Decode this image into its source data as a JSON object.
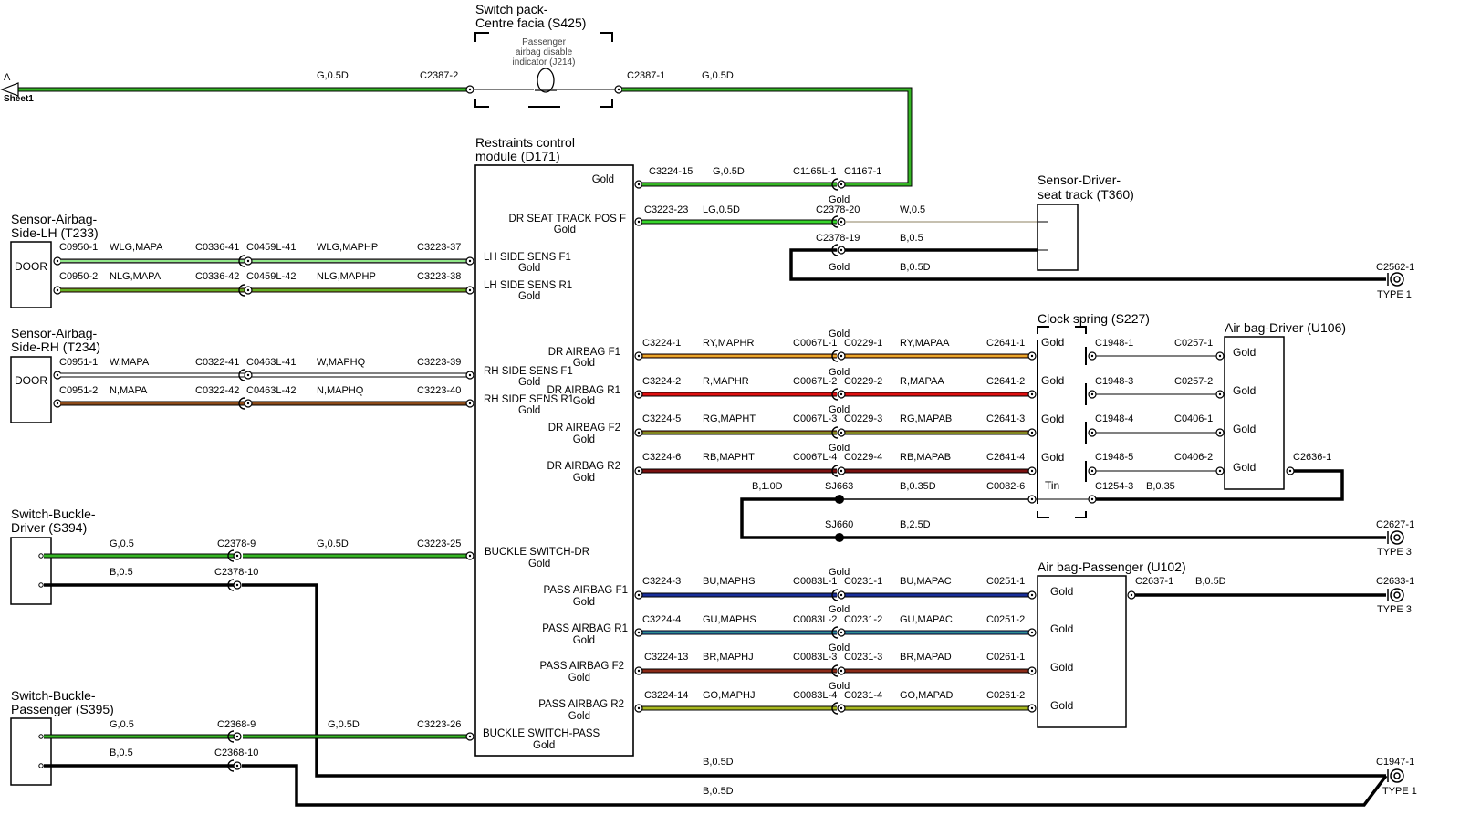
{
  "sheet": {
    "arrow_label": "A",
    "sheet_label": "Sheet1"
  },
  "switch_pack": {
    "title_line1": "Switch pack-",
    "title_line2": "Centre facia (S425)",
    "indicator_line1": "Passenger",
    "indicator_line2": "airbag disable",
    "indicator_line3": "indicator (J214)"
  },
  "rcm": {
    "title_line1": "Restraints control",
    "title_line2": "module (D171)",
    "pins": [
      {
        "label": "",
        "sub": "Gold"
      },
      {
        "label": "DR SEAT TRACK POS F",
        "sub": "Gold"
      },
      {
        "label": "LH SIDE SENS F1",
        "sub": "Gold"
      },
      {
        "label": "LH SIDE SENS R1",
        "sub": "Gold"
      },
      {
        "label": "DR AIRBAG F1",
        "sub": "Gold"
      },
      {
        "label": "RH SIDE SENS F1",
        "sub": "Gold"
      },
      {
        "label": "DR AIRBAG R1",
        "sub": "Gold"
      },
      {
        "label": "RH SIDE SENS R1",
        "sub": "Gold"
      },
      {
        "label": "DR AIRBAG F2",
        "sub": "Gold"
      },
      {
        "label": "DR AIRBAG R2",
        "sub": "Gold"
      },
      {
        "label": "BUCKLE SWITCH-DR",
        "sub": "Gold"
      },
      {
        "label": "PASS AIRBAG F1",
        "sub": "Gold"
      },
      {
        "label": "PASS AIRBAG R1",
        "sub": "Gold"
      },
      {
        "label": "PASS AIRBAG F2",
        "sub": "Gold"
      },
      {
        "label": "PASS AIRBAG R2",
        "sub": "Gold"
      },
      {
        "label": "BUCKLE SWITCH-PASS",
        "sub": "Gold"
      }
    ]
  },
  "components": {
    "sensor_lh": {
      "line1": "Sensor-Airbag-",
      "line2": "Side-LH (T233)",
      "box": "DOOR"
    },
    "sensor_rh": {
      "line1": "Sensor-Airbag-",
      "line2": "Side-RH (T234)",
      "box": "DOOR"
    },
    "buckle_dr": {
      "line1": "Switch-Buckle-",
      "line2": "Driver (S394)"
    },
    "buckle_pass": {
      "line1": "Switch-Buckle-",
      "line2": "Passenger (S395)"
    },
    "seat_track": {
      "line1": "Sensor-Driver-",
      "line2": "seat track (T360)"
    },
    "clock_spring": {
      "title": "Clock spring (S227)",
      "pins": [
        "Gold",
        "Gold",
        "Gold",
        "Gold"
      ],
      "tin": "Tin"
    },
    "airbag_driver": {
      "title": "Air bag-Driver (U106)",
      "pins": [
        "Gold",
        "Gold",
        "Gold",
        "Gold"
      ]
    },
    "airbag_pass": {
      "title": "Air bag-Passenger (U102)",
      "pins": [
        "Gold",
        "Gold",
        "Gold",
        "Gold"
      ]
    }
  },
  "ground_types": {
    "g1": "TYPE 1",
    "g2": "TYPE 3",
    "g3": "TYPE 3",
    "g4": "TYPE 1"
  },
  "colors": {
    "green": "#35b524",
    "light_green": "#37d62c",
    "white_wire": "#ffffff",
    "black": "#000000",
    "orange": "#e07a1a",
    "red": "#e01010",
    "brown": "#8b4a18",
    "dark_red": "#7a1010",
    "blue": "#1a2f9a",
    "blue_light": "#2a7ad0",
    "yellow_green": "#a8b820"
  },
  "labels": [
    {
      "t": "G,0.5D"
    },
    {
      "t": "C2387-2"
    },
    {
      "t": "C2387-1"
    },
    {
      "t": "G,0.5D"
    },
    {
      "t": "C3224-15"
    },
    {
      "t": "G,0.5D"
    },
    {
      "t": "C1165L-1"
    },
    {
      "t": "C1167-1"
    },
    {
      "t": "Gold"
    },
    {
      "t": "C3223-23"
    },
    {
      "t": "LG,0.5D"
    },
    {
      "t": "C2378-20"
    },
    {
      "t": "W,0.5"
    },
    {
      "t": "C2378-19"
    },
    {
      "t": "B,0.5"
    },
    {
      "t": "Gold"
    },
    {
      "t": "B,0.5D"
    },
    {
      "t": "C2562-1"
    },
    {
      "t": "C0950-1"
    },
    {
      "t": "WLG,MAPA"
    },
    {
      "t": "C0336-41"
    },
    {
      "t": "C0459L-41"
    },
    {
      "t": "WLG,MAPHP"
    },
    {
      "t": "C3223-37"
    },
    {
      "t": "C0950-2"
    },
    {
      "t": "NLG,MAPA"
    },
    {
      "t": "C0336-42"
    },
    {
      "t": "C0459L-42"
    },
    {
      "t": "NLG,MAPHP"
    },
    {
      "t": "C3223-38"
    },
    {
      "t": "C0951-1"
    },
    {
      "t": "W,MAPA"
    },
    {
      "t": "C0322-41"
    },
    {
      "t": "C0463L-41"
    },
    {
      "t": "W,MAPHQ"
    },
    {
      "t": "C3223-39"
    },
    {
      "t": "C0951-2"
    },
    {
      "t": "N,MAPA"
    },
    {
      "t": "C0322-42"
    },
    {
      "t": "C0463L-42"
    },
    {
      "t": "N,MAPHQ"
    },
    {
      "t": "C3223-40"
    },
    {
      "t": "Gold"
    },
    {
      "t": "C3224-1"
    },
    {
      "t": "RY,MAPHR"
    },
    {
      "t": "C0067L-1"
    },
    {
      "t": "C0229-1"
    },
    {
      "t": "RY,MAPAA"
    },
    {
      "t": "C2641-1"
    },
    {
      "t": "C1948-1"
    },
    {
      "t": "C0257-1"
    },
    {
      "t": "Gold"
    },
    {
      "t": "C3224-2"
    },
    {
      "t": "R,MAPHR"
    },
    {
      "t": "C0067L-2"
    },
    {
      "t": "C0229-2"
    },
    {
      "t": "R,MAPAA"
    },
    {
      "t": "C2641-2"
    },
    {
      "t": "C1948-3"
    },
    {
      "t": "C0257-2"
    },
    {
      "t": "Gold"
    },
    {
      "t": "C3224-5"
    },
    {
      "t": "RG,MAPHT"
    },
    {
      "t": "C0067L-3"
    },
    {
      "t": "C0229-3"
    },
    {
      "t": "RG,MAPAB"
    },
    {
      "t": "C2641-3"
    },
    {
      "t": "C1948-4"
    },
    {
      "t": "C0406-1"
    },
    {
      "t": "Gold"
    },
    {
      "t": "C3224-6"
    },
    {
      "t": "RB,MAPHT"
    },
    {
      "t": "C0067L-4"
    },
    {
      "t": "C0229-4"
    },
    {
      "t": "RB,MAPAB"
    },
    {
      "t": "C2641-4"
    },
    {
      "t": "C1948-5"
    },
    {
      "t": "C0406-2"
    },
    {
      "t": "C2636-1"
    },
    {
      "t": "B,1.0D"
    },
    {
      "t": "SJ663"
    },
    {
      "t": "B,0.35D"
    },
    {
      "t": "C0082-6"
    },
    {
      "t": "C1254-3"
    },
    {
      "t": "B,0.35"
    },
    {
      "t": "SJ660"
    },
    {
      "t": "B,2.5D"
    },
    {
      "t": "C2627-1"
    },
    {
      "t": "G,0.5"
    },
    {
      "t": "C2378-9"
    },
    {
      "t": "G,0.5D"
    },
    {
      "t": "C3223-25"
    },
    {
      "t": "B,0.5"
    },
    {
      "t": "C2378-10"
    },
    {
      "t": "Gold"
    },
    {
      "t": "C3224-3"
    },
    {
      "t": "BU,MAPHS"
    },
    {
      "t": "C0083L-1"
    },
    {
      "t": "C0231-1"
    },
    {
      "t": "BU,MAPAC"
    },
    {
      "t": "C0251-1"
    },
    {
      "t": "C2637-1"
    },
    {
      "t": "B,0.5D"
    },
    {
      "t": "C2633-1"
    },
    {
      "t": "Gold"
    },
    {
      "t": "C3224-4"
    },
    {
      "t": "GU,MAPHS"
    },
    {
      "t": "C0083L-2"
    },
    {
      "t": "C0231-2"
    },
    {
      "t": "GU,MAPAC"
    },
    {
      "t": "C0251-2"
    },
    {
      "t": "Gold"
    },
    {
      "t": "C3224-13"
    },
    {
      "t": "BR,MAPHJ"
    },
    {
      "t": "C0083L-3"
    },
    {
      "t": "C0231-3"
    },
    {
      "t": "BR,MAPAD"
    },
    {
      "t": "C0261-1"
    },
    {
      "t": "Gold"
    },
    {
      "t": "C3224-14"
    },
    {
      "t": "GO,MAPHJ"
    },
    {
      "t": "C0083L-4"
    },
    {
      "t": "C0231-4"
    },
    {
      "t": "GO,MAPAD"
    },
    {
      "t": "C0261-2"
    },
    {
      "t": "G,0.5"
    },
    {
      "t": "C2368-9"
    },
    {
      "t": "G,0.5D"
    },
    {
      "t": "C3223-26"
    },
    {
      "t": "B,0.5"
    },
    {
      "t": "C2368-10"
    },
    {
      "t": "B,0.5D"
    },
    {
      "t": "C1947-1"
    },
    {
      "t": "B,0.5D"
    }
  ]
}
